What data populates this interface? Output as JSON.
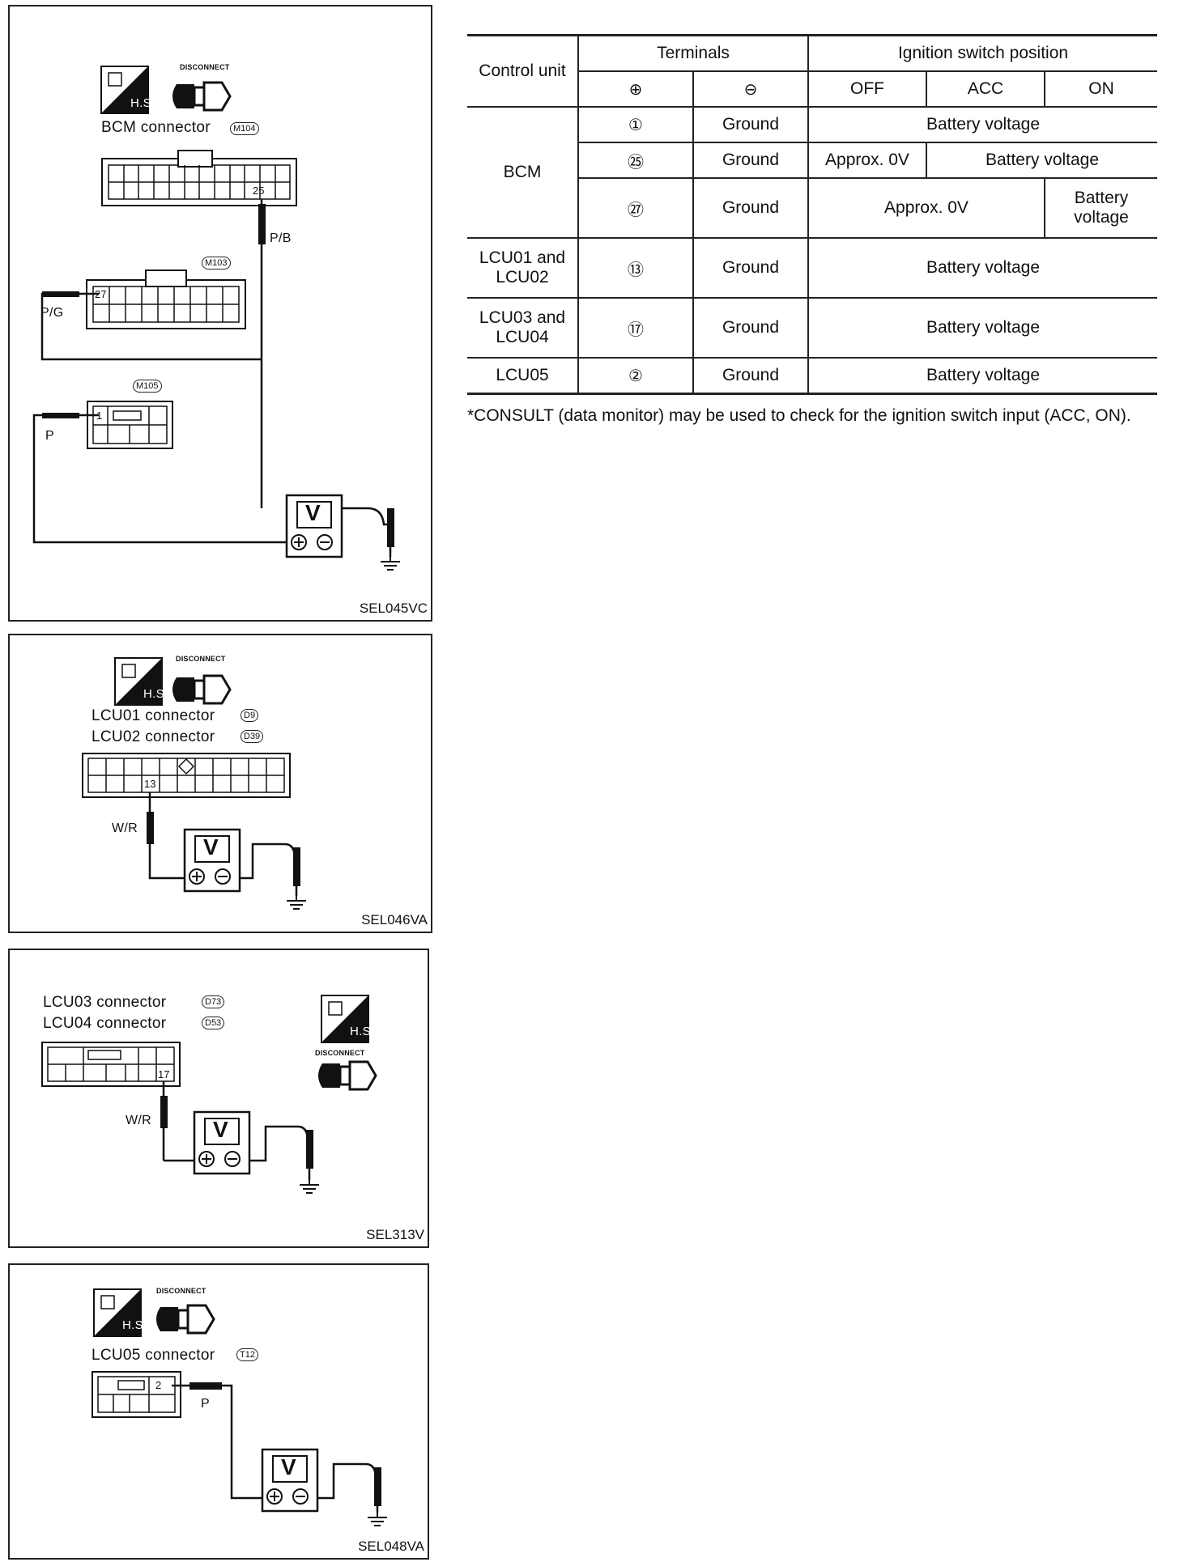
{
  "figures": [
    {
      "code": "SEL045VC",
      "icon_hs": "H.S.",
      "icon_disconnect": "DISCONNECT",
      "connector_label": "BCM  connector",
      "connector_code": "M104",
      "terminal_main": "25",
      "wire_main": "P/B",
      "connector2_code": "M103",
      "terminal2": "27",
      "wire2": "P/G",
      "connector3_code": "M105",
      "terminal3": "1",
      "wire3": "P",
      "meter": "V"
    },
    {
      "code": "SEL046VA",
      "icon_hs": "H.S.",
      "icon_disconnect": "DISCONNECT",
      "connector_label_1": "LCU01  connector",
      "connector_code_1": "D9",
      "connector_label_2": "LCU02  connector",
      "connector_code_2": "D39",
      "terminal": "13",
      "wire": "W/R",
      "meter": "V"
    },
    {
      "code": "SEL313V",
      "icon_hs": "H.S.",
      "icon_disconnect": "DISCONNECT",
      "connector_label_1": "LCU03  connector",
      "connector_code_1": "D73",
      "connector_label_2": "LCU04  connector",
      "connector_code_2": "D53",
      "terminal": "17",
      "wire": "W/R",
      "meter": "V"
    },
    {
      "code": "SEL048VA",
      "icon_hs": "H.S.",
      "icon_disconnect": "DISCONNECT",
      "connector_label": "LCU05  connector",
      "connector_code": "T12",
      "terminal": "2",
      "wire": "P",
      "meter": "V"
    }
  ],
  "table": {
    "header": {
      "control_unit": "Control unit",
      "terminals": "Terminals",
      "ignition": "Ignition switch position",
      "plus": "⊕",
      "minus": "⊖",
      "off": "OFF",
      "acc": "ACC",
      "on": "ON"
    },
    "rows": {
      "bcm": "BCM",
      "bcm_t1": "①",
      "bcm_t25": "㉕",
      "bcm_t27": "㉗",
      "lcu0102": "LCU01 and LCU02",
      "lcu0102_t": "⑬",
      "lcu0304": "LCU03 and LCU04",
      "lcu0304_t": "⑰",
      "lcu05": "LCU05",
      "lcu05_t": "②",
      "ground": "Ground",
      "battery_voltage": "Battery voltage",
      "approx_0v": "Approx. 0V"
    }
  },
  "note": "*CONSULT (data monitor) may be used to check for the ignition switch input (ACC, ON)."
}
